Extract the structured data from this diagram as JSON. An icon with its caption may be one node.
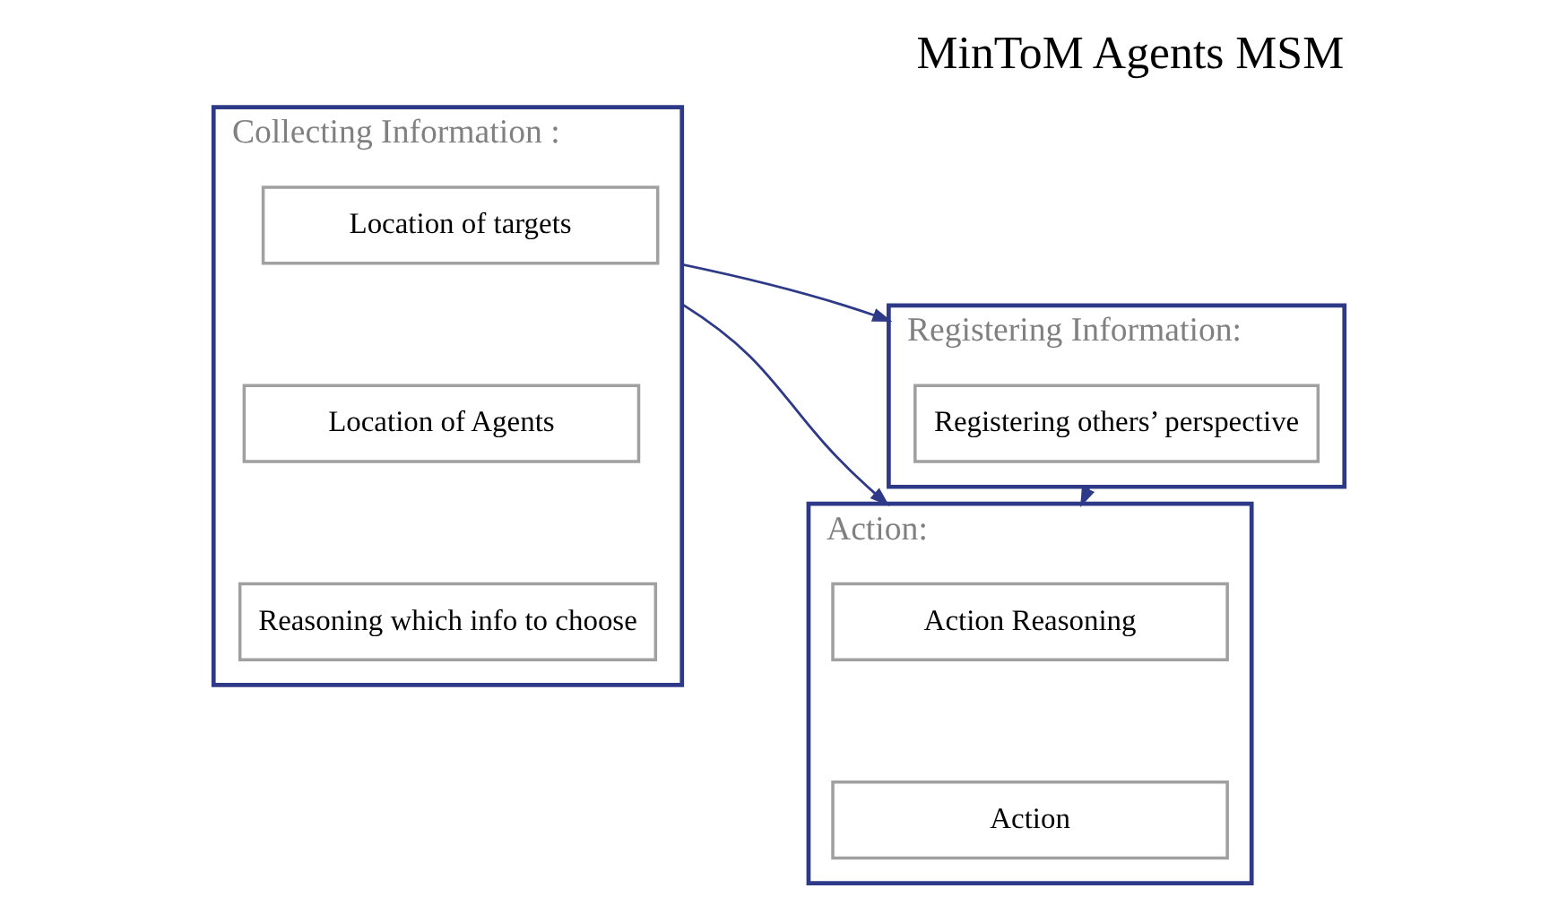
{
  "diagram": {
    "title": "MinToM Agents MSM",
    "nodes": [
      {
        "text": [
          "Action:"
        ]
      },
      {
        "text": [
          "Action Reasoning"
        ],
        "in": 0
      },
      {
        "text": [
          "Action"
        ],
        "in": 0
      },
      {
        "text": [
          "Collecting Information :"
        ]
      },
      {
        "text": [
          "Location of targets"
        ],
        "in": 3
      },
      {
        "text": [
          "Location of Agents"
        ],
        "in": 3
      },
      {
        "text": [
          "Reasoning which info to choose"
        ],
        "in": 3
      },
      {
        "text": [
          "Registering Information:"
        ]
      },
      {
        "text": [
          "Registering others’ perspective"
        ],
        "in": 7
      }
    ],
    "edges": [
      {
        "from": 3,
        "to": 0,
        "arrow": "to"
      },
      {
        "from": 3,
        "to": 7,
        "arrow": "to"
      },
      {
        "from": 7,
        "to": 0,
        "arrow": "to"
      }
    ]
  }
}
